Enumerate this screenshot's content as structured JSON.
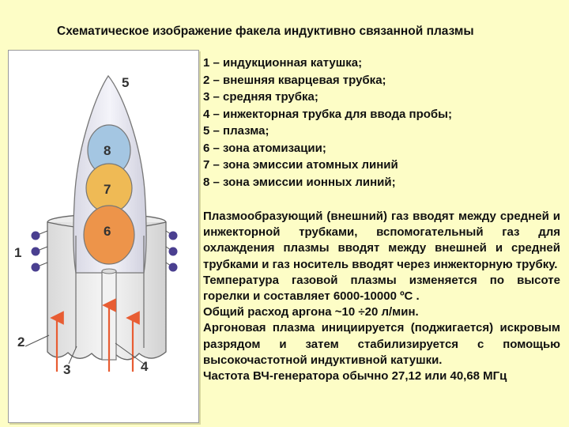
{
  "title": "Схематическое изображение факела индуктивно связанной плазмы",
  "diagram": {
    "labels": {
      "coil": "1",
      "outer_tube": "2",
      "middle_tube": "3",
      "injector_tube": "4",
      "plasma": "5",
      "atomization_zone": "6",
      "atomic_emission_zone": "7",
      "ionic_emission_zone": "8"
    },
    "colors": {
      "zone_atomization": "#ed944a",
      "zone_atomic": "#efba55",
      "zone_ionic": "#a4c6e2",
      "plasma": "#e9e9f1",
      "coil": "#4a3f90",
      "gas_arrow": "#e85d33"
    }
  },
  "legend": [
    "1 – индукционная катушка;",
    "2 – внешняя кварцевая трубка;",
    "3 – средняя трубка;",
    "4 – инжекторная трубка для ввода пробы;",
    "5 – плазма;",
    "6 – зона атомизации;",
    "7 – зона эмиссии атомных линий",
    "8 – зона эмиссии ионных линий;"
  ],
  "description": {
    "p1": "Плазмообразующий (внешний) газ вводят между средней и инжекторной трубками, вспомогательный газ для охлаждения плазмы вводят между внешней и средней трубками и газ носитель вводят через инжекторную трубку.",
    "p2": "Температура газовой плазмы изменяется по высоте горелки и составляет 6000-10000 ºС .",
    "p3": "Общий расход аргона ~10 ÷20 л/мин.",
    "p4": "Аргоновая плазма инициируется (поджигается) искровым разрядом и затем стабилизируется с помощью высокочастотной индуктивной катушки.",
    "p5": "Частота ВЧ-генератора обычно 27,12 или 40,68 МГц"
  }
}
